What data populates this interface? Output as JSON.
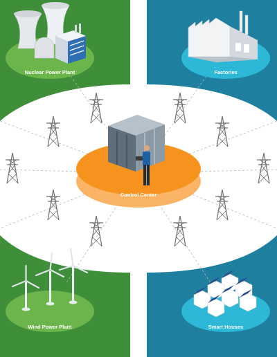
{
  "nodes": {
    "nuclear": {
      "label": "Nuclear Power Plant",
      "icon": "nuclear-plant-icon"
    },
    "factories": {
      "label": "Factories",
      "icon": "factory-icon"
    },
    "control": {
      "label": "Control Center",
      "icon": "server-operator-icon"
    },
    "wind": {
      "label": "Wind Power Plant",
      "icon": "wind-turbine-icon"
    },
    "houses": {
      "label": "Smart Houses",
      "icon": "solar-house-icon"
    }
  },
  "colors": {
    "green_dark": "#3f8f3a",
    "green_light": "#6bb54a",
    "blue_dark": "#1f7f9f",
    "blue_light": "#2db8d8",
    "orange": "#f6921e",
    "orange_light": "#f9b565",
    "tower": "#777777"
  }
}
